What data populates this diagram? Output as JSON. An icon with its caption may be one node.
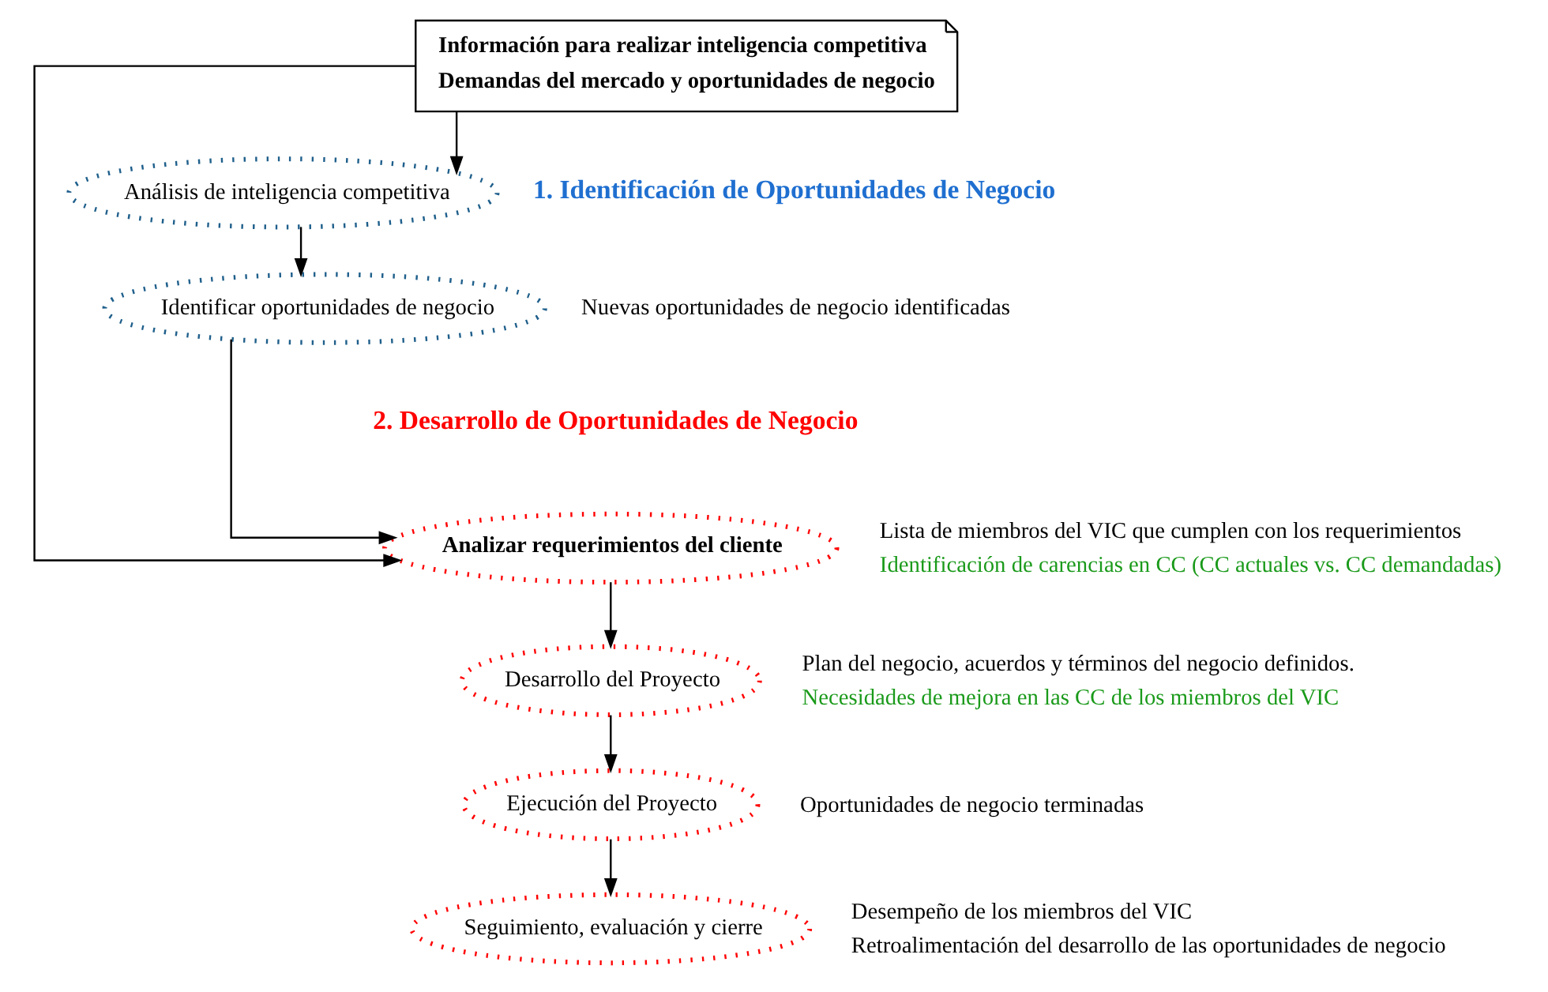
{
  "diagram": {
    "nodes": [
      {
        "text": [
          "Información para realizar inteligencia competitiva",
          "Demandas del mercado y oportunidades de negocio"
        ]
      },
      {
        "text": [
          "Análisis de inteligencia competitiva"
        ]
      },
      {
        "text": [
          "Identificar oportunidades de negocio"
        ]
      },
      {
        "text": [
          "Analizar requerimientos del cliente"
        ],
        "beside": [
          "Lista de miembros del VIC que cumplen con los requerimientos",
          "Identificación de carencias en CC (CC actuales vs. CC demandadas)"
        ]
      },
      {
        "text": [
          "Desarrollo del Proyecto"
        ],
        "beside": [
          "Plan del negocio, acuerdos y términos del negocio definidos.",
          "Necesidades de mejora en las CC de los miembros del VIC"
        ]
      },
      {
        "text": [
          "Ejecución del Proyecto"
        ],
        "beside": [
          "Oportunidades de negocio terminadas"
        ]
      },
      {
        "text": [
          "Seguimiento, evaluación y cierre"
        ],
        "beside": [
          "Desempeño de los miembros del VIC",
          "Retroalimentación del desarrollo de las oportunidades de negocio"
        ]
      }
    ],
    "edges": [
      {
        "from": 0,
        "to": 1,
        "arrow": "to"
      },
      {
        "from": 1,
        "to": 2,
        "arrow": "to"
      },
      {
        "from": 0,
        "to": 3,
        "arrow": "to"
      },
      {
        "from": 2,
        "to": 3,
        "arrow": "to"
      },
      {
        "from": 3,
        "to": 4,
        "arrow": "to"
      },
      {
        "from": 4,
        "to": 5,
        "arrow": "to"
      },
      {
        "from": 5,
        "to": 6,
        "arrow": "to"
      }
    ],
    "labels": [
      "1. Identificación de Oportunidades de Negocio",
      "Nuevas oportunidades de negocio identificadas",
      "2. Desarrollo de Oportunidades de Negocio"
    ]
  }
}
